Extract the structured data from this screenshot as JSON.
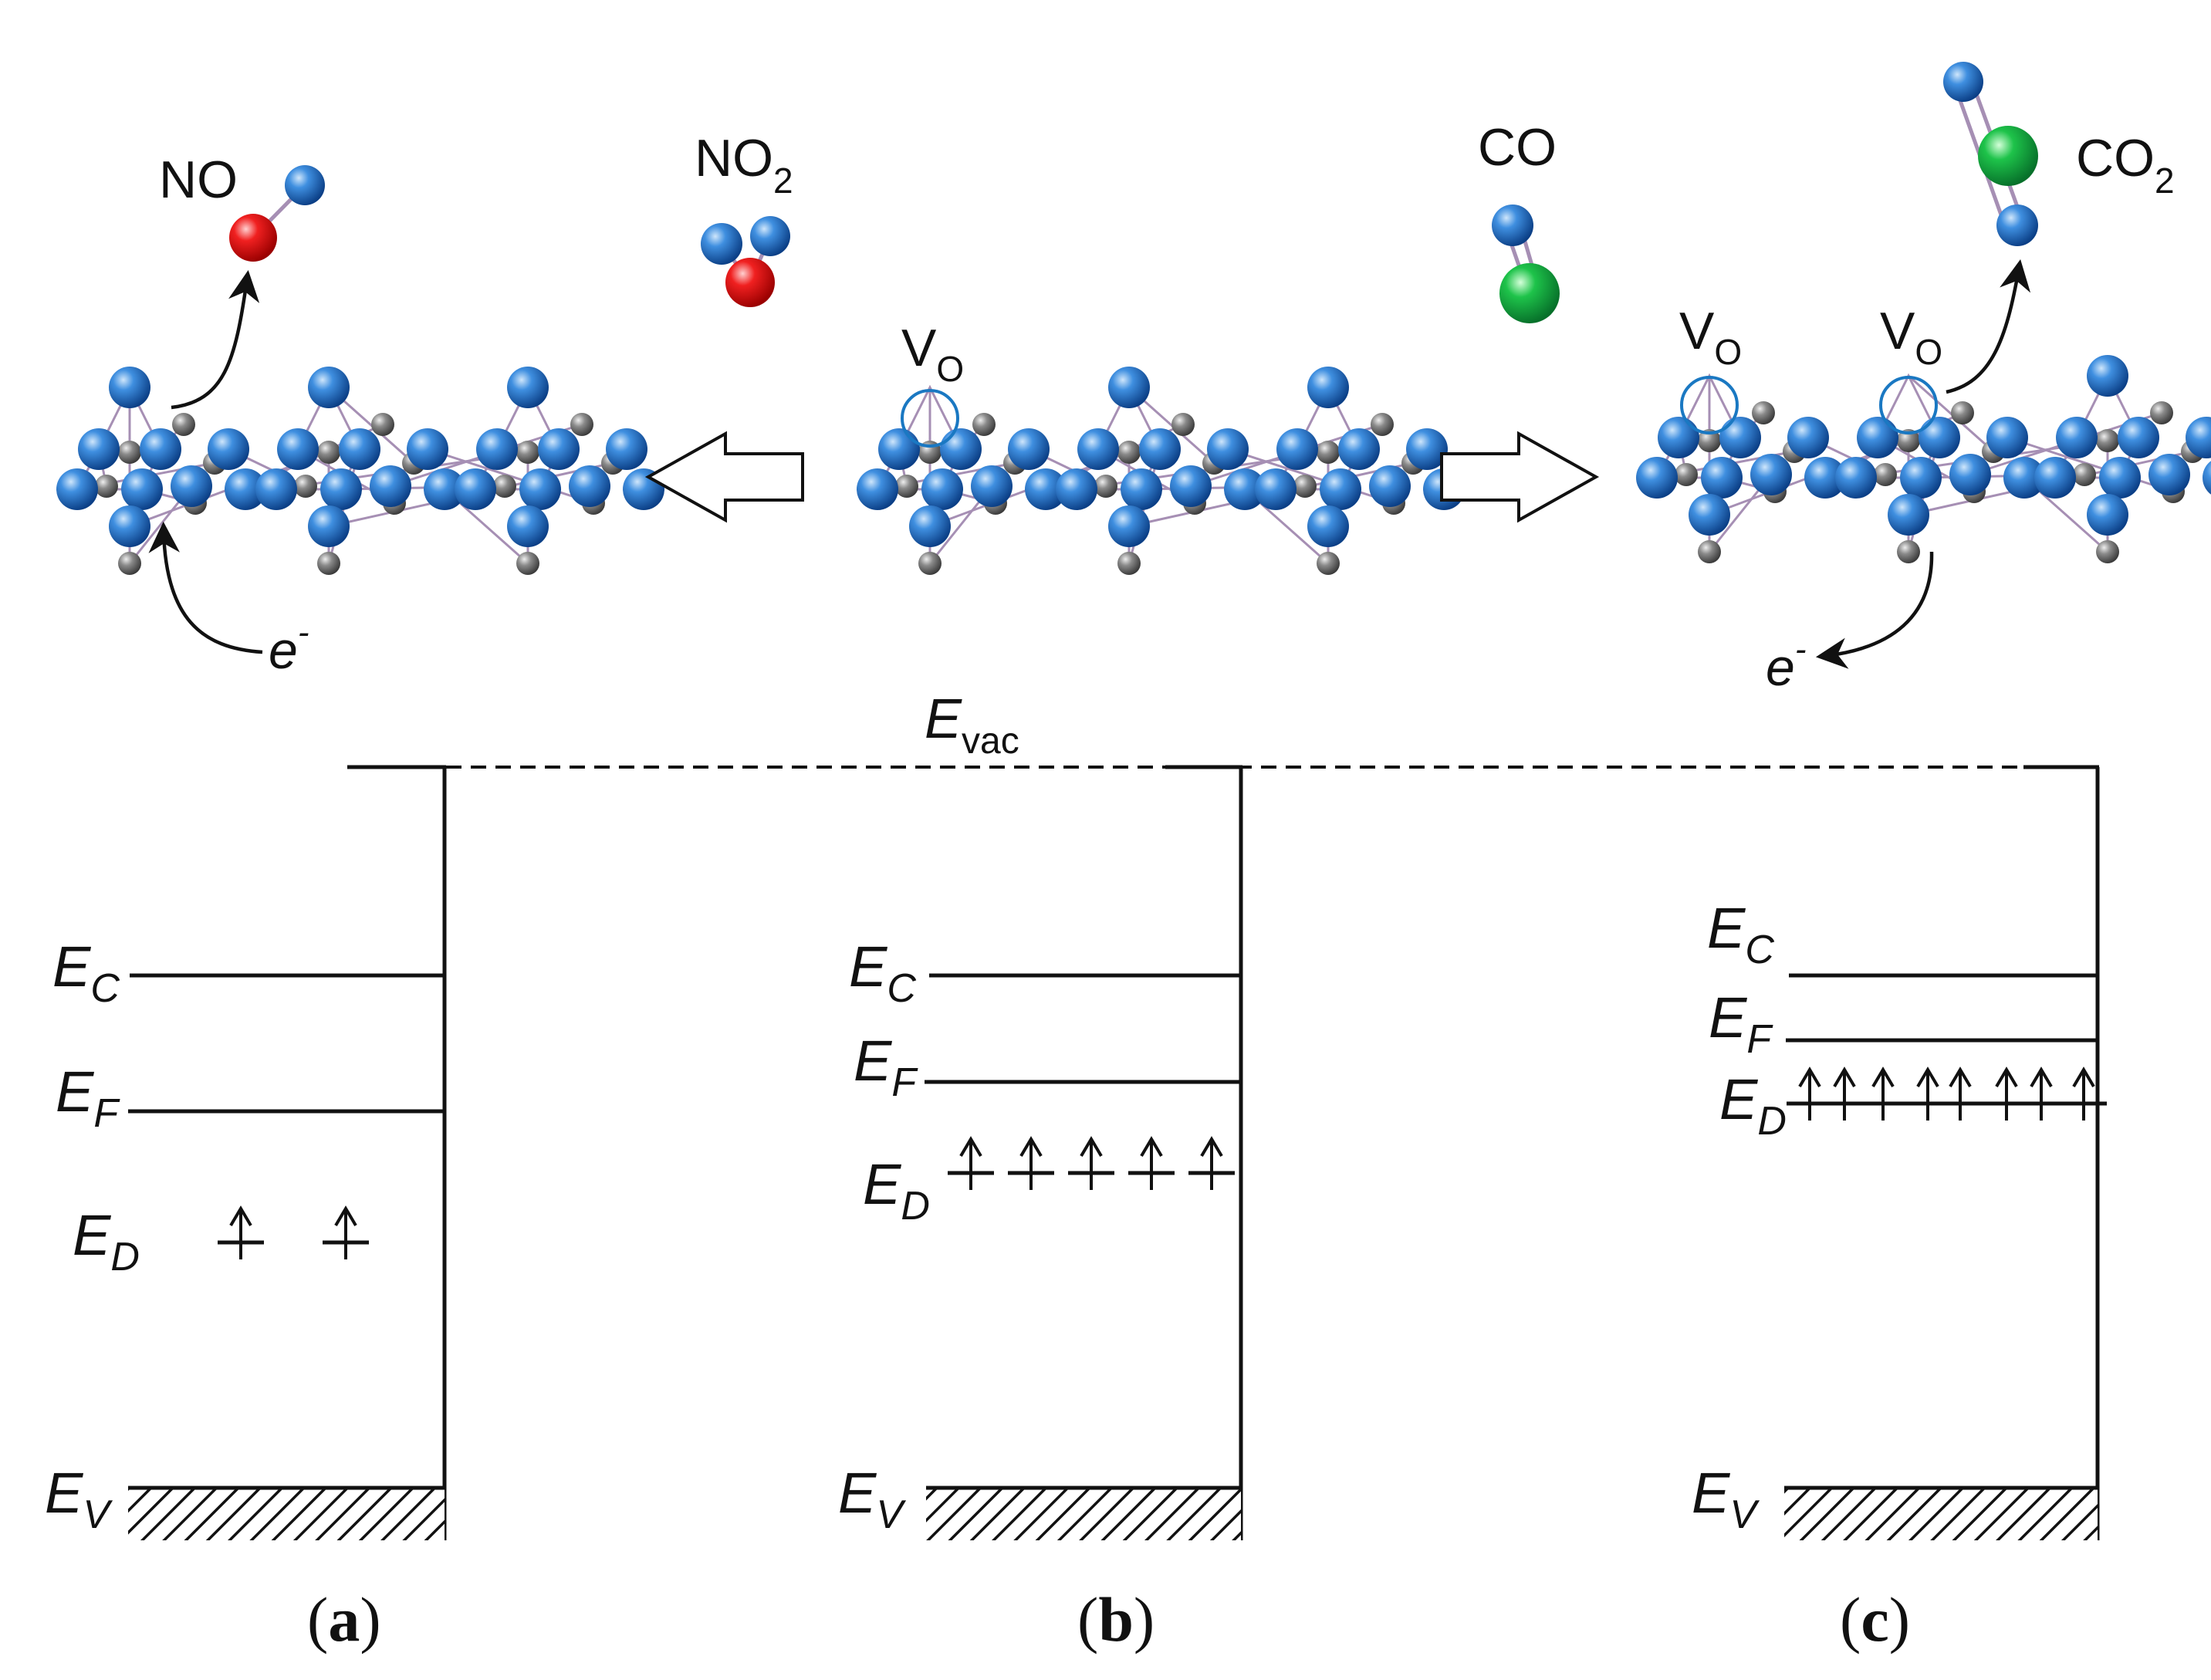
{
  "molecules": {
    "no": "NO",
    "no2_base": "NO",
    "no2_sub": "2",
    "co": "CO",
    "co2_base": "CO",
    "co2_sub": "2"
  },
  "vacancy": {
    "base": "V",
    "sub": "O"
  },
  "electron": {
    "base": "e",
    "sup": "-"
  },
  "vacuum": {
    "base": "E",
    "sub": "vac"
  },
  "levels": {
    "ec": {
      "base": "E",
      "sub": "C"
    },
    "ef": {
      "base": "E",
      "sub": "F"
    },
    "ed": {
      "base": "E",
      "sub": "D"
    },
    "ev": {
      "base": "E",
      "sub": "V"
    }
  },
  "panels": [
    {
      "open": "(",
      "letter": "a",
      "close": ")"
    },
    {
      "open": "(",
      "letter": "b",
      "close": ")"
    },
    {
      "open": "(",
      "letter": "c",
      "close": ")"
    }
  ],
  "colors": {
    "oxygen": "#1e6fc4",
    "metal": "#7a7a7a",
    "nitrogen": "#e01010",
    "carbon": "#10a838",
    "bond": "#a68fb4",
    "vacancy_ring": "#1a78c2",
    "line": "#111111"
  }
}
